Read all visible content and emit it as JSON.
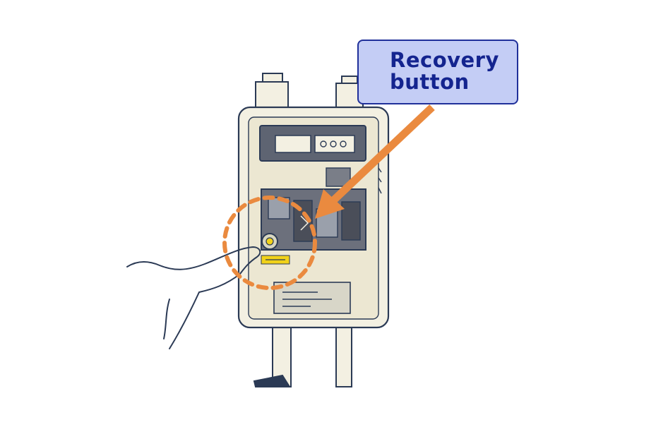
{
  "callout": {
    "line1": "Recovery",
    "line2": "button"
  },
  "colors": {
    "callout_fill": "#c4cdf5",
    "callout_border": "#20309a",
    "callout_text": "#14248f",
    "arrow": "#ea8a3f",
    "highlight_ring": "#ea8a3f",
    "meter_body": "#f3f0e2",
    "ink_outline": "#2b3a55",
    "indicator_yellow": "#f1d21a"
  },
  "icons": [
    "gas-meter-illustration",
    "hand-icon",
    "arrow-icon",
    "dashed-circle-highlight"
  ]
}
